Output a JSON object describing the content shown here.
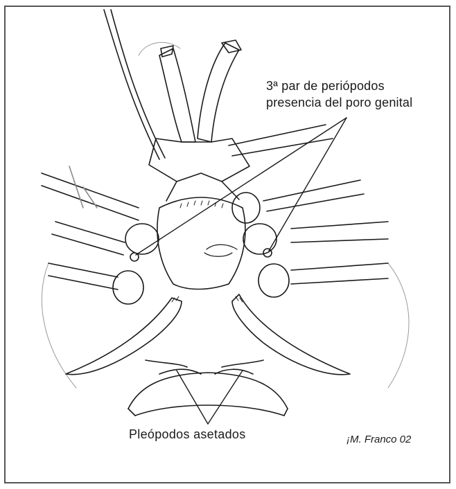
{
  "annotations": {
    "genital_pore_line1": "3ª par de periópodos",
    "genital_pore_line2": "presencia del poro genital",
    "pleopods_label": "Pleópodos asetados",
    "author": "¡M. Franco 02"
  },
  "colors": {
    "ink": "#1a1a1a",
    "frame": "#555555",
    "sketch_grey": "#8a8a8a"
  }
}
